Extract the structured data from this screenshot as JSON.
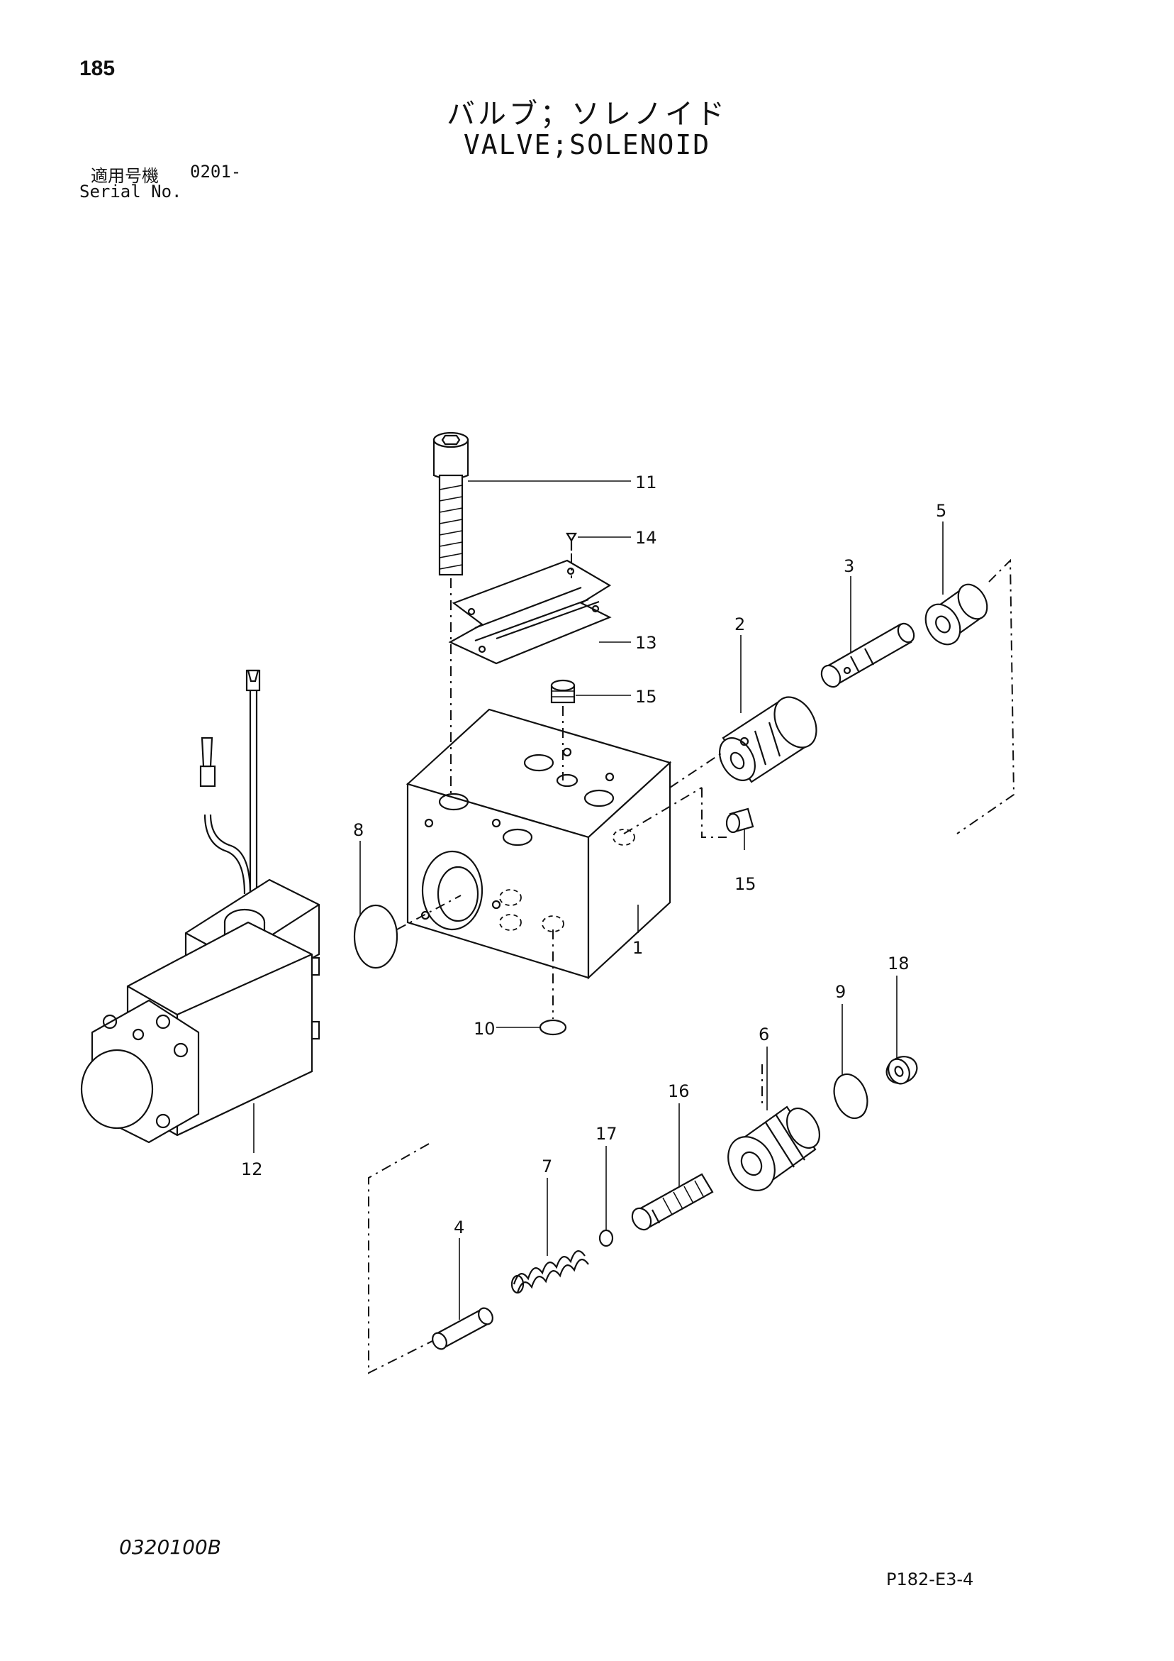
{
  "header": {
    "page_number": "185",
    "title_jp": "バルブ；ソレノイド",
    "title_en": "VALVE;SOLENOID",
    "serial_label_jp": "適用号機",
    "serial_value": "0201-",
    "serial_label_en": "Serial No."
  },
  "callouts": {
    "c1": "1",
    "c2": "2",
    "c3": "3",
    "c4": "4",
    "c5": "5",
    "c6": "6",
    "c7": "7",
    "c8": "8",
    "c9": "9",
    "c10": "10",
    "c11": "11",
    "c12": "12",
    "c13": "13",
    "c14": "14",
    "c15a": "15",
    "c15b": "15",
    "c16": "16",
    "c17": "17",
    "c18": "18"
  },
  "footer": {
    "code": "0320100B",
    "reference": "P182-E3-4"
  }
}
